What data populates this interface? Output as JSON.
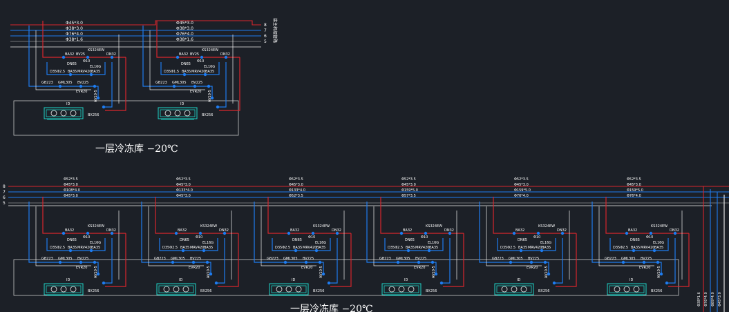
{
  "colors": {
    "background": "#1c2027",
    "red": "#d8262c",
    "blue": "#1e7cf0",
    "white": "#f2f2f2",
    "gray": "#c8c8c8",
    "cyan": "#1ed6c8"
  },
  "top_section": {
    "pipe_sizes": [
      "Φ45*3.0",
      "Φ38*3.0",
      "Φ76*4.0",
      "Φ38*1.6"
    ],
    "end_numbers": [
      "8",
      "7",
      "6",
      "5"
    ],
    "side_label": "接主机组管路",
    "title": "一层冷冻库 −20℃",
    "units": [
      {
        "ksu": "KS324EW",
        "ba": "BA32",
        "bv": "BV25",
        "dn": "DN32",
        "dn_b": "DN65",
        "phi": "Φ10",
        "el": "EL16G",
        "d": "D35Φ2.5",
        "ba2": "BA35",
        "mrv": "MRV420",
        "ba3": "BA35",
        "gb": "GB223",
        "gml": "GML305",
        "bv2": "BV225",
        "evr": "EVR20",
        "id": "ID",
        "ax": "AV10-5",
        "bx": "BX256"
      },
      {
        "ksu": "KS324EW",
        "ba": "BA32",
        "bv": "BV25",
        "dn": "DN32",
        "dn_b": "DN65",
        "phi": "Φ10",
        "el": "EL16G",
        "d": "D35Φ1.5",
        "ba2": "BA35",
        "mrv": "MRV420",
        "ba3": "BA35",
        "gb": "GB223",
        "gml": "GML305",
        "bv2": "BV225",
        "evr": "EVR20",
        "id": "ID",
        "ax": "AV10-5",
        "bx": "BX256"
      }
    ]
  },
  "bottom_section": {
    "end_numbers": [
      "8",
      "7",
      "6",
      "5"
    ],
    "title": "一层冷冻库 −20℃",
    "units": [
      {
        "p1": "Φ52*3.5",
        "p2": "Φ45*3.0",
        "p3": "Φ108*4.0",
        "p4": "Φ45*3.0",
        "ksu": "KS324EW",
        "ba": "BA32",
        "dn": "DN32",
        "dn_b": "DN65",
        "phi": "Φ10",
        "el": "EL16G",
        "d": "D35Φ2.5",
        "ba2": "BA35",
        "mrv": "MRV420",
        "ba3": "BA35",
        "gb": "GB223",
        "gml": "GML305",
        "bv2": "BV225",
        "evr": "EVR20",
        "id": "ID",
        "ax": "AV10-5",
        "bx": "BX256"
      },
      {
        "p1": "Φ52*3.5",
        "p2": "Φ45*3.0",
        "p3": "Φ133*4.0",
        "p4": "Φ45*3.0",
        "ksu": "KS324EW",
        "ba": "BA32",
        "dn": "DN32",
        "dn_b": "DN65",
        "phi": "Φ10",
        "el": "EL16G",
        "d": "D35Φ2.5",
        "ba2": "BA35",
        "mrv": "MRV420",
        "ba3": "BA35",
        "gb": "GB223",
        "gml": "GML305",
        "bv2": "BV225",
        "evr": "EVR20",
        "id": "ID",
        "ax": "AV10-5",
        "bx": "BX256"
      },
      {
        "p1": "Φ52*3.5",
        "p2": "Φ45*3.0",
        "p3": "Φ133*4.0",
        "p4": "Φ52*3.5",
        "ksu": "KS324EW",
        "ba": "BA32",
        "dn": "DN32",
        "dn_b": "DN65",
        "phi": "Φ10",
        "el": "EL16G",
        "d": "D35Φ2.5",
        "ba2": "BA35",
        "mrv": "MRV420",
        "ba3": "BA35",
        "gb": "GB223",
        "gml": "GML305",
        "bv2": "BV225",
        "evr": "EVR20",
        "id": "ID",
        "ax": "AV10-5",
        "bx": "BX256"
      },
      {
        "p1": "Φ52*3.5",
        "p2": "Φ45*3.0",
        "p3": "Φ159*5.0",
        "p4": "Φ57*3.5",
        "ksu": "KS324EW",
        "ba": "BA32",
        "dn": "DN32",
        "dn_b": "DN65",
        "phi": "Φ10",
        "el": "EL16G",
        "d": "D35Φ2.5",
        "ba2": "BA35",
        "mrv": "MRV420",
        "ba3": "BA35",
        "gb": "GB223",
        "gml": "GML305",
        "bv2": "BV225",
        "evr": "EVR20",
        "id": "ID",
        "ax": "AV10-5",
        "bx": "BX256"
      },
      {
        "p1": "Φ52*3.5",
        "p2": "Φ45*3.0",
        "p3": "Φ159*5.0",
        "p4": "Φ76*4.0",
        "ksu": "KS324EW",
        "ba": "BA32",
        "dn": "DN32",
        "dn_b": "DN65",
        "phi": "Φ10",
        "el": "EL16G",
        "d": "D35Φ2.5",
        "ba2": "BA35",
        "mrv": "MRV420",
        "ba3": "BA35",
        "gb": "GB223",
        "gml": "GML305",
        "bv2": "BV225",
        "evr": "EVR20",
        "id": "ID",
        "ax": "AV10-5",
        "bx": "BX256"
      },
      {
        "p1": "Φ52*3.5",
        "p2": "Φ45*3.0",
        "p3": "Φ159*5.0",
        "p4": "Φ76*4.0",
        "ksu": "KS324EW",
        "ba": "BA32",
        "dn": "DN32",
        "dn_b": "DN65",
        "phi": "Φ10",
        "el": "EL16G",
        "d": "D35Φ2.5",
        "ba2": "BA35",
        "mrv": "MRV420",
        "ba3": "BA35",
        "gb": "GB223",
        "gml": "GML305",
        "bv2": "BV225",
        "evr": "EVR20",
        "id": "ID",
        "ax": "AV10-5",
        "bx": "BX256"
      }
    ],
    "riser_labels": [
      "Φ38*1.6",
      "Φ76*4.0",
      "Φ89*4.0",
      "Φ45*3.0"
    ]
  }
}
